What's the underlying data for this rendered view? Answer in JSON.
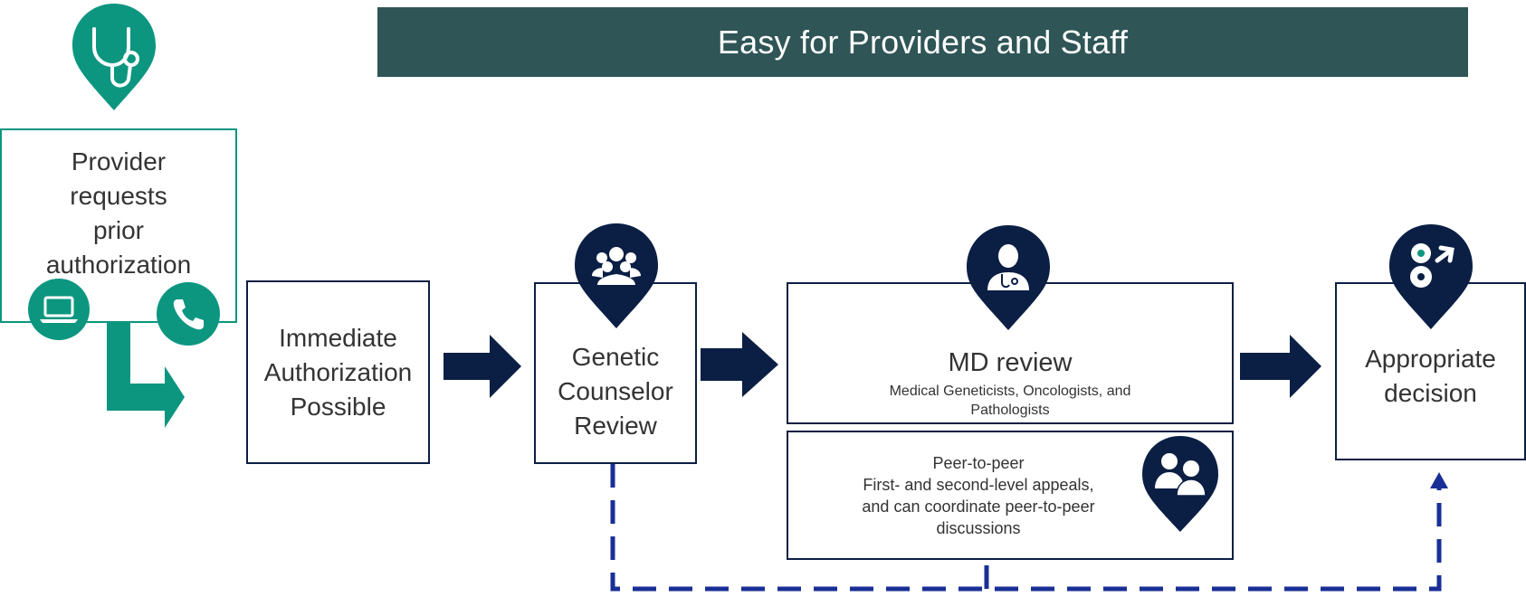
{
  "banner": {
    "title": "Easy for Providers and Staff"
  },
  "colors": {
    "banner": "#2f5556",
    "teal": "#0c9680",
    "navy": "#0b1f44",
    "dash": "#1a2f96"
  },
  "provider": {
    "lines": [
      "Provider",
      "requests",
      "prior",
      "authorization"
    ],
    "icons": [
      "stethoscope-icon",
      "laptop-icon",
      "phone-icon"
    ]
  },
  "immediate": {
    "lines": [
      "Immediate",
      "Authorization",
      "Possible"
    ]
  },
  "genetic": {
    "lines": [
      "Genetic",
      "Counselor",
      "Review"
    ],
    "icon": "group-icon"
  },
  "md_review": {
    "title": "MD review",
    "subtitle_lines": [
      "Medical  Geneticists, Oncologists, and",
      "Pathologists"
    ],
    "icon": "doctor-icon"
  },
  "peer": {
    "lines": [
      "Peer-to-peer",
      "First- and second-level appeals,",
      "and can coordinate peer-to-peer",
      "discussions"
    ],
    "icon": "two-doctors-icon"
  },
  "decision": {
    "lines": [
      "Appropriate",
      "decision"
    ],
    "icon": "decision-path-icon"
  }
}
